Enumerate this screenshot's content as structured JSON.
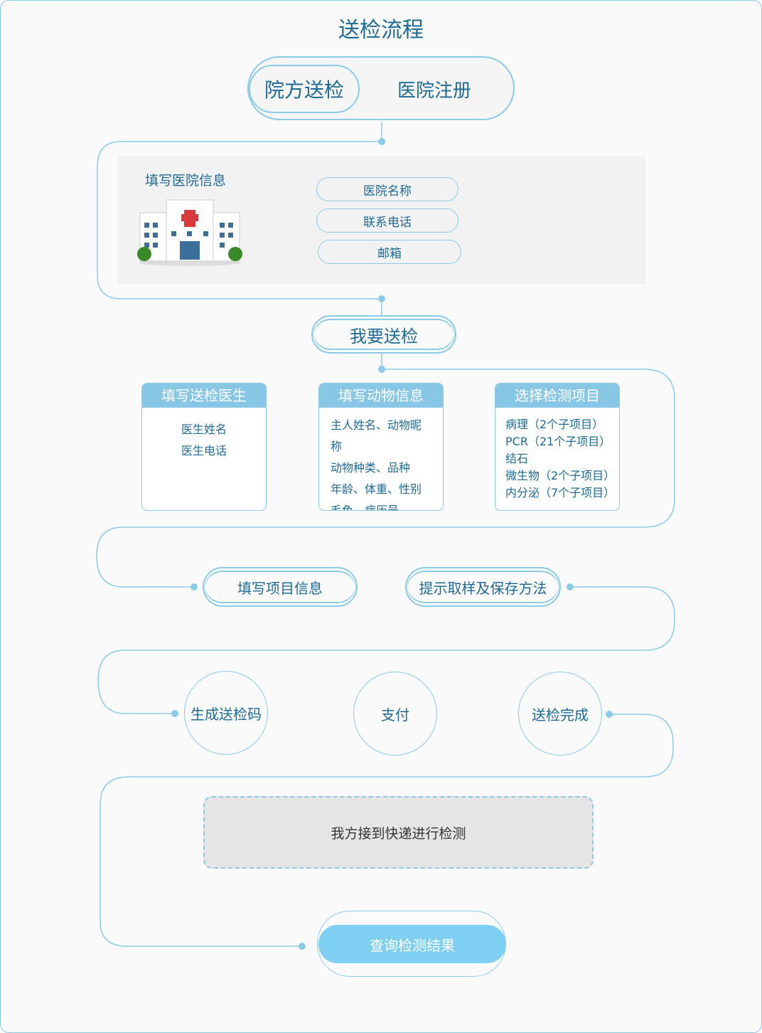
{
  "title": "送检流程",
  "tabs": {
    "active": "院方送检",
    "other": "医院注册"
  },
  "hospital": {
    "heading": "填写医院信息",
    "fields": [
      "医院名称",
      "联系电话",
      "邮箱"
    ]
  },
  "submit_button": "我要送检",
  "cards": [
    {
      "title": "填写送检医生",
      "items": [
        "医生姓名",
        "医生电话"
      ]
    },
    {
      "title": "填写动物信息",
      "items": [
        "主人姓名、动物昵称",
        "动物种类、品种",
        "年龄、体重、性别",
        "毛色、病历号"
      ]
    },
    {
      "title": "选择检测项目",
      "items": [
        "病理（2个子项目）",
        "PCR（21个子项目）",
        "结石",
        "微生物（2个子项目）",
        "内分泌（7个子项目）"
      ]
    }
  ],
  "steps_row": [
    "填写项目信息",
    "提示取样及保存方法"
  ],
  "circles": [
    "生成送检码",
    "支付",
    "送检完成"
  ],
  "receive": "我方接到快递进行检测",
  "query_button": "查询检测结果",
  "colors": {
    "accent": "#8ccbe8",
    "text": "#1e6a96",
    "button": "#7ecff2"
  }
}
